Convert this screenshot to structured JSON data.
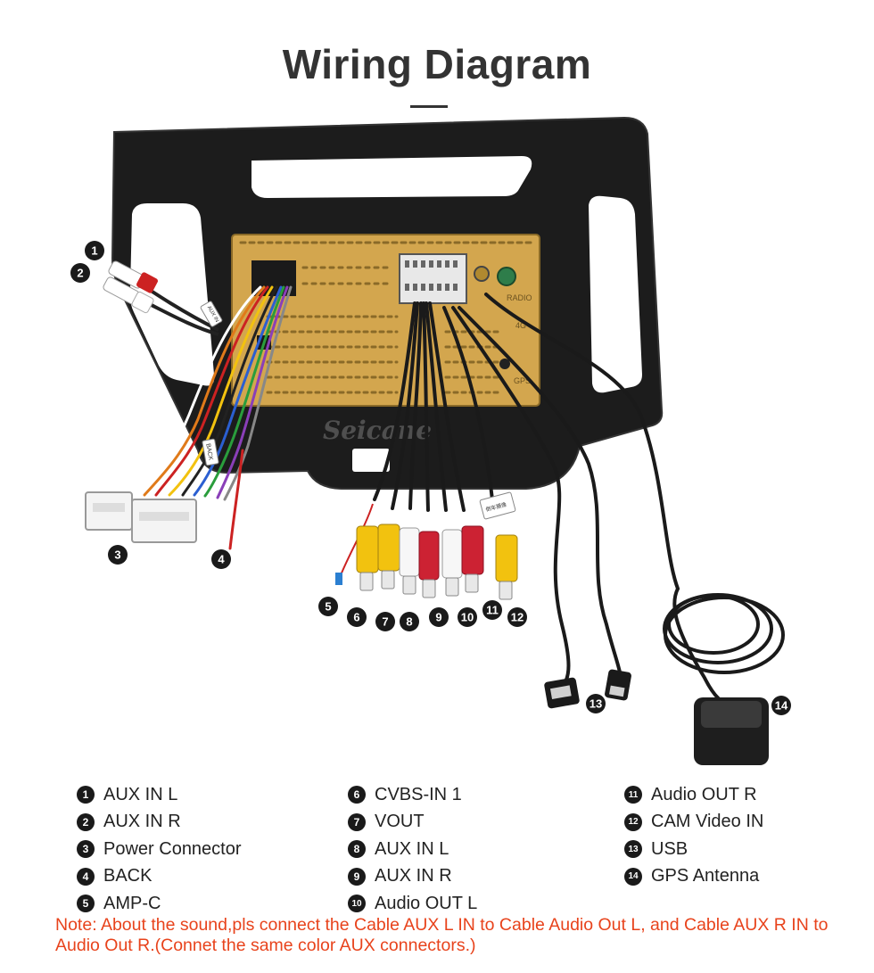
{
  "title": "Wiring Diagram",
  "watermark": "Seicane",
  "housing_labels": {
    "radio": "RADIO",
    "4g": "4G",
    "gps": "GPS"
  },
  "cable_tags": {
    "aux": "AUX IN L",
    "back": "BACK",
    "cam": "倒车摄像"
  },
  "callouts": [
    "1",
    "2",
    "3",
    "4",
    "5",
    "6",
    "7",
    "8",
    "9",
    "10",
    "11",
    "12",
    "13",
    "14"
  ],
  "legend": {
    "col1": [
      {
        "num": "1",
        "label": "AUX IN L"
      },
      {
        "num": "2",
        "label": "AUX IN R"
      },
      {
        "num": "3",
        "label": "Power Connector"
      },
      {
        "num": "4",
        "label": "BACK"
      },
      {
        "num": "5",
        "label": "AMP-C"
      }
    ],
    "col2": [
      {
        "num": "6",
        "label": "CVBS-IN 1"
      },
      {
        "num": "7",
        "label": "VOUT"
      },
      {
        "num": "8",
        "label": "AUX IN L"
      },
      {
        "num": "9",
        "label": "AUX IN R"
      },
      {
        "num": "10",
        "label": "Audio OUT L"
      }
    ],
    "col3": [
      {
        "num": "11",
        "label": "Audio OUT R"
      },
      {
        "num": "12",
        "label": "CAM Video IN"
      },
      {
        "num": "13",
        "label": "USB"
      },
      {
        "num": "14",
        "label": "GPS Antenna"
      }
    ]
  },
  "note": "Note: About the sound,pls connect the Cable AUX L IN to Cable Audio Out L, and Cable AUX R IN to  Audio Out R.(Connet the same color AUX connectors.)",
  "colors": {
    "title": "#333333",
    "note": "#e8431c",
    "badge": "#1a1a1a",
    "housing": "#d3a64e",
    "frame": "#1c1c1c"
  }
}
